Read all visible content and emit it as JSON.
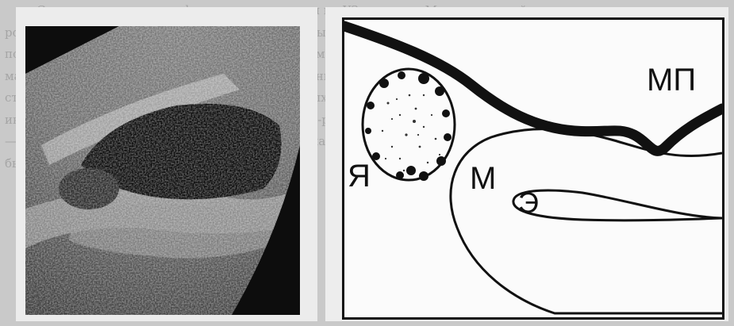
{
  "background_text": {
    "paragraph": "Следует отметить, что форма полости матки по УЗ-сечению. М-эхо шири-ной от нескольких миллиметров ровно и визуализируется в виде эхогенной полосы, окруженной гипоэхогенным ободком, который расположен по длине эндометрия. По структуре эндометрий может быть однородным и неоднородным и также в полости матки определяться неоднородность, участки пониженной эхогенности. Если М-эхо стенки передне-задней стенки матки нередко бывает выражено — данных исследований, если полной визуализации не удается интенсивно гипоэхогенные зоны (на вид), при вы-раженной мой неоднородности многоузловой — интенсивности — структуре миомы как оценкой операции. Форма полости матки в первой фазе менструального цикла может быть овальной, треугольной, округлой."
  },
  "ultrasound_panel": {
    "image_label": "ultrasound"
  },
  "diagram": {
    "labels": {
      "mp": "МП",
      "ya": "Я",
      "m": "М",
      "e": "Э"
    }
  },
  "colors": {
    "page_bg": "#c9c9c9",
    "ink": "#111111",
    "diagram_bg": "#fbfbfb"
  }
}
